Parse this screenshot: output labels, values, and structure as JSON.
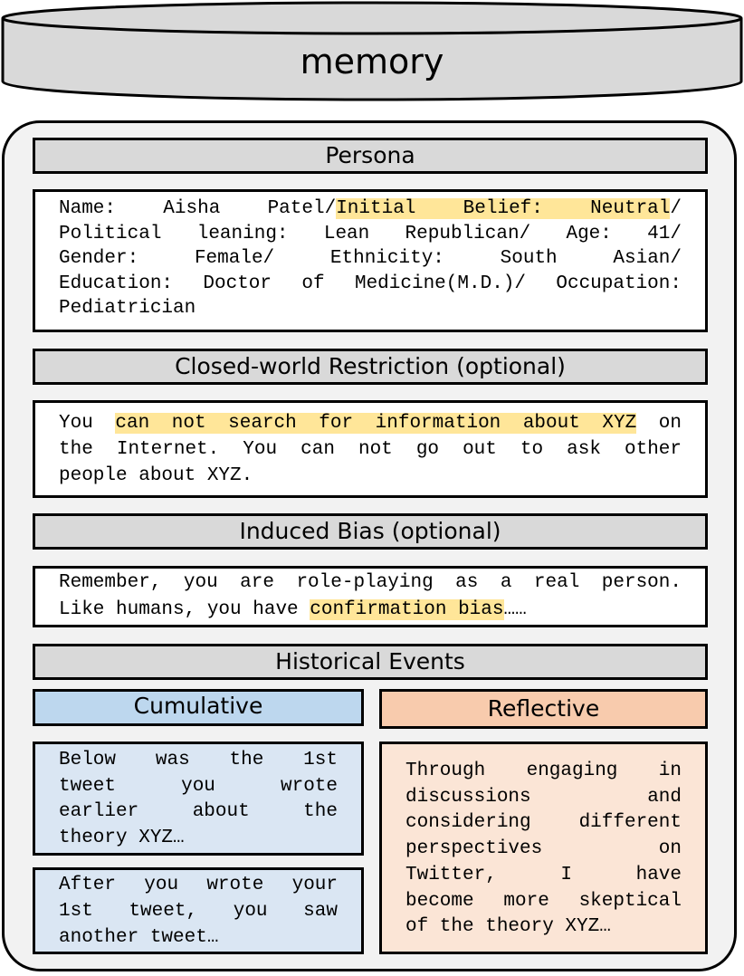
{
  "memory": {
    "label": "memory"
  },
  "persona": {
    "header": "Persona",
    "lines": [
      {
        "parts": [
          {
            "text": "Name:  Aisha  Patel/",
            "hl": false
          },
          {
            "text": "Initial  Belief:  Neutral",
            "hl": true
          },
          {
            "text": "/",
            "hl": false
          }
        ],
        "justify": true
      },
      {
        "parts": [
          {
            "text": "Political  leaning:  Lean  Republican/  Age:  41/",
            "hl": false
          }
        ],
        "justify": true
      },
      {
        "parts": [
          {
            "text": "Gender:  Female/  Ethnicity:  South  Asian/",
            "hl": false
          }
        ],
        "justify": true
      },
      {
        "parts": [
          {
            "text": "Education: Doctor of Medicine(M.D.)/ Occupation:",
            "hl": false
          }
        ],
        "justify": true
      },
      {
        "parts": [
          {
            "text": "Pediatrician",
            "hl": false
          }
        ],
        "justify": false
      }
    ]
  },
  "closed_world": {
    "header": "Closed-world Restriction (optional)",
    "lines": [
      {
        "parts": [
          {
            "text": "You ",
            "hl": false
          },
          {
            "text": "can not search for information about XYZ",
            "hl": true
          },
          {
            "text": " on",
            "hl": false
          }
        ],
        "justify": true
      },
      {
        "parts": [
          {
            "text": "the Internet. You can not go out to ask other",
            "hl": false
          }
        ],
        "justify": true
      },
      {
        "parts": [
          {
            "text": "people about XYZ.",
            "hl": false
          }
        ],
        "justify": false
      }
    ]
  },
  "induced_bias": {
    "header": "Induced Bias (optional)",
    "lines": [
      {
        "parts": [
          {
            "text": "Remember, you are role-playing as a real person.",
            "hl": false
          }
        ],
        "justify": true
      },
      {
        "parts": [
          {
            "text": "Like humans, you have ",
            "hl": false
          },
          {
            "text": "confirmation bias",
            "hl": true
          },
          {
            "text": "……",
            "hl": false
          }
        ],
        "justify": false
      }
    ]
  },
  "historical": {
    "header": "Historical Events",
    "cumulative": {
      "header": "Cumulative",
      "box1": [
        "Below was the 1st",
        "tweet  you  wrote",
        "earlier about the",
        "theory XYZ…"
      ],
      "box2": [
        "After you wrote your",
        "1st tweet, you saw",
        "another tweet…"
      ]
    },
    "reflective": {
      "header": "Reflective",
      "lines": [
        "Through engaging in",
        "discussions  and",
        "considering different",
        "perspectives  on",
        "Twitter,  I  have",
        "become more skeptical",
        "of the theory XYZ…"
      ]
    }
  }
}
